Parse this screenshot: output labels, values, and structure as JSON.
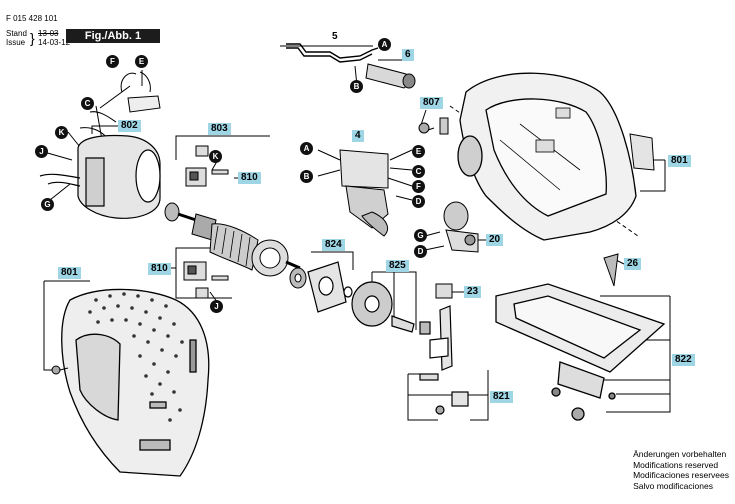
{
  "header": {
    "doc_number": "F 015 428 101",
    "stand_label": "Stand",
    "issue_label": "Issue",
    "stand_value": "13-03",
    "issue_value": "14-03-12",
    "figure_title": "Fig./Abb. 1"
  },
  "boxed_labels": {
    "l5": "5",
    "l6": "6",
    "l4": "4",
    "l802": "802",
    "l803": "803",
    "l807": "807",
    "l801a": "801",
    "l801b": "801",
    "l810a": "810",
    "l810b": "810",
    "l824": "824",
    "l825": "825",
    "l20": "20",
    "l23": "23",
    "l26": "26",
    "l822": "822",
    "l821": "821"
  },
  "circle_labels": {
    "A1": "A",
    "B1": "B",
    "F1": "F",
    "E1": "E",
    "C1": "C",
    "K1": "K",
    "J1": "J",
    "G1": "G",
    "K2": "K",
    "J2": "J",
    "A2": "A",
    "B2": "B",
    "E2": "E",
    "C2": "C",
    "F2": "F",
    "D1": "D",
    "G2": "G",
    "D2": "D"
  },
  "notice": {
    "line1": "Änderungen vorbehalten",
    "line2": "Modifications reserved",
    "line3": "Modificaciones reservees",
    "line4": "Salvo modificaciones"
  }
}
